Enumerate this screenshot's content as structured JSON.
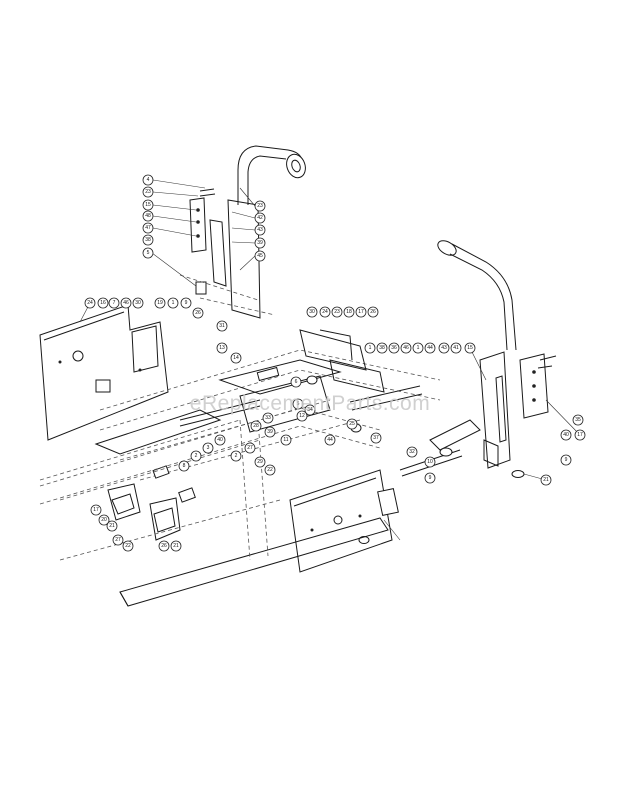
{
  "watermark": "eReplacementParts.com",
  "callouts": [
    {
      "label": "4"
    },
    {
      "label": "23"
    },
    {
      "label": "15"
    },
    {
      "label": "48"
    },
    {
      "label": "47"
    },
    {
      "label": "38"
    },
    {
      "label": "23"
    },
    {
      "label": "42"
    },
    {
      "label": "43"
    },
    {
      "label": "39"
    },
    {
      "label": "45"
    },
    {
      "label": "5"
    },
    {
      "label": "24"
    },
    {
      "label": "16"
    },
    {
      "label": "7"
    },
    {
      "label": "46"
    },
    {
      "label": "30"
    },
    {
      "label": "19"
    },
    {
      "label": "1"
    },
    {
      "label": "9"
    },
    {
      "label": "26"
    },
    {
      "label": "31"
    },
    {
      "label": "30"
    },
    {
      "label": "24"
    },
    {
      "label": "23"
    },
    {
      "label": "18"
    },
    {
      "label": "17"
    },
    {
      "label": "26"
    },
    {
      "label": "1"
    },
    {
      "label": "38"
    },
    {
      "label": "36"
    },
    {
      "label": "46"
    },
    {
      "label": "1"
    },
    {
      "label": "44"
    },
    {
      "label": "43"
    },
    {
      "label": "41"
    },
    {
      "label": "15"
    },
    {
      "label": "35"
    },
    {
      "label": "40"
    },
    {
      "label": "17"
    },
    {
      "label": "9"
    },
    {
      "label": "21"
    },
    {
      "label": "13"
    },
    {
      "label": "14"
    },
    {
      "label": "6"
    },
    {
      "label": "34"
    },
    {
      "label": "5"
    },
    {
      "label": "33"
    },
    {
      "label": "28"
    },
    {
      "label": "39"
    },
    {
      "label": "40"
    },
    {
      "label": "3"
    },
    {
      "label": "2"
    },
    {
      "label": "8"
    },
    {
      "label": "12"
    },
    {
      "label": "11"
    },
    {
      "label": "27"
    },
    {
      "label": "2"
    },
    {
      "label": "25"
    },
    {
      "label": "44"
    },
    {
      "label": "37"
    },
    {
      "label": "32"
    },
    {
      "label": "10"
    },
    {
      "label": "9"
    },
    {
      "label": "29"
    },
    {
      "label": "22"
    },
    {
      "label": "17"
    },
    {
      "label": "20"
    },
    {
      "label": "21"
    },
    {
      "label": "27"
    },
    {
      "label": "22"
    },
    {
      "label": "26"
    },
    {
      "label": "21"
    }
  ]
}
